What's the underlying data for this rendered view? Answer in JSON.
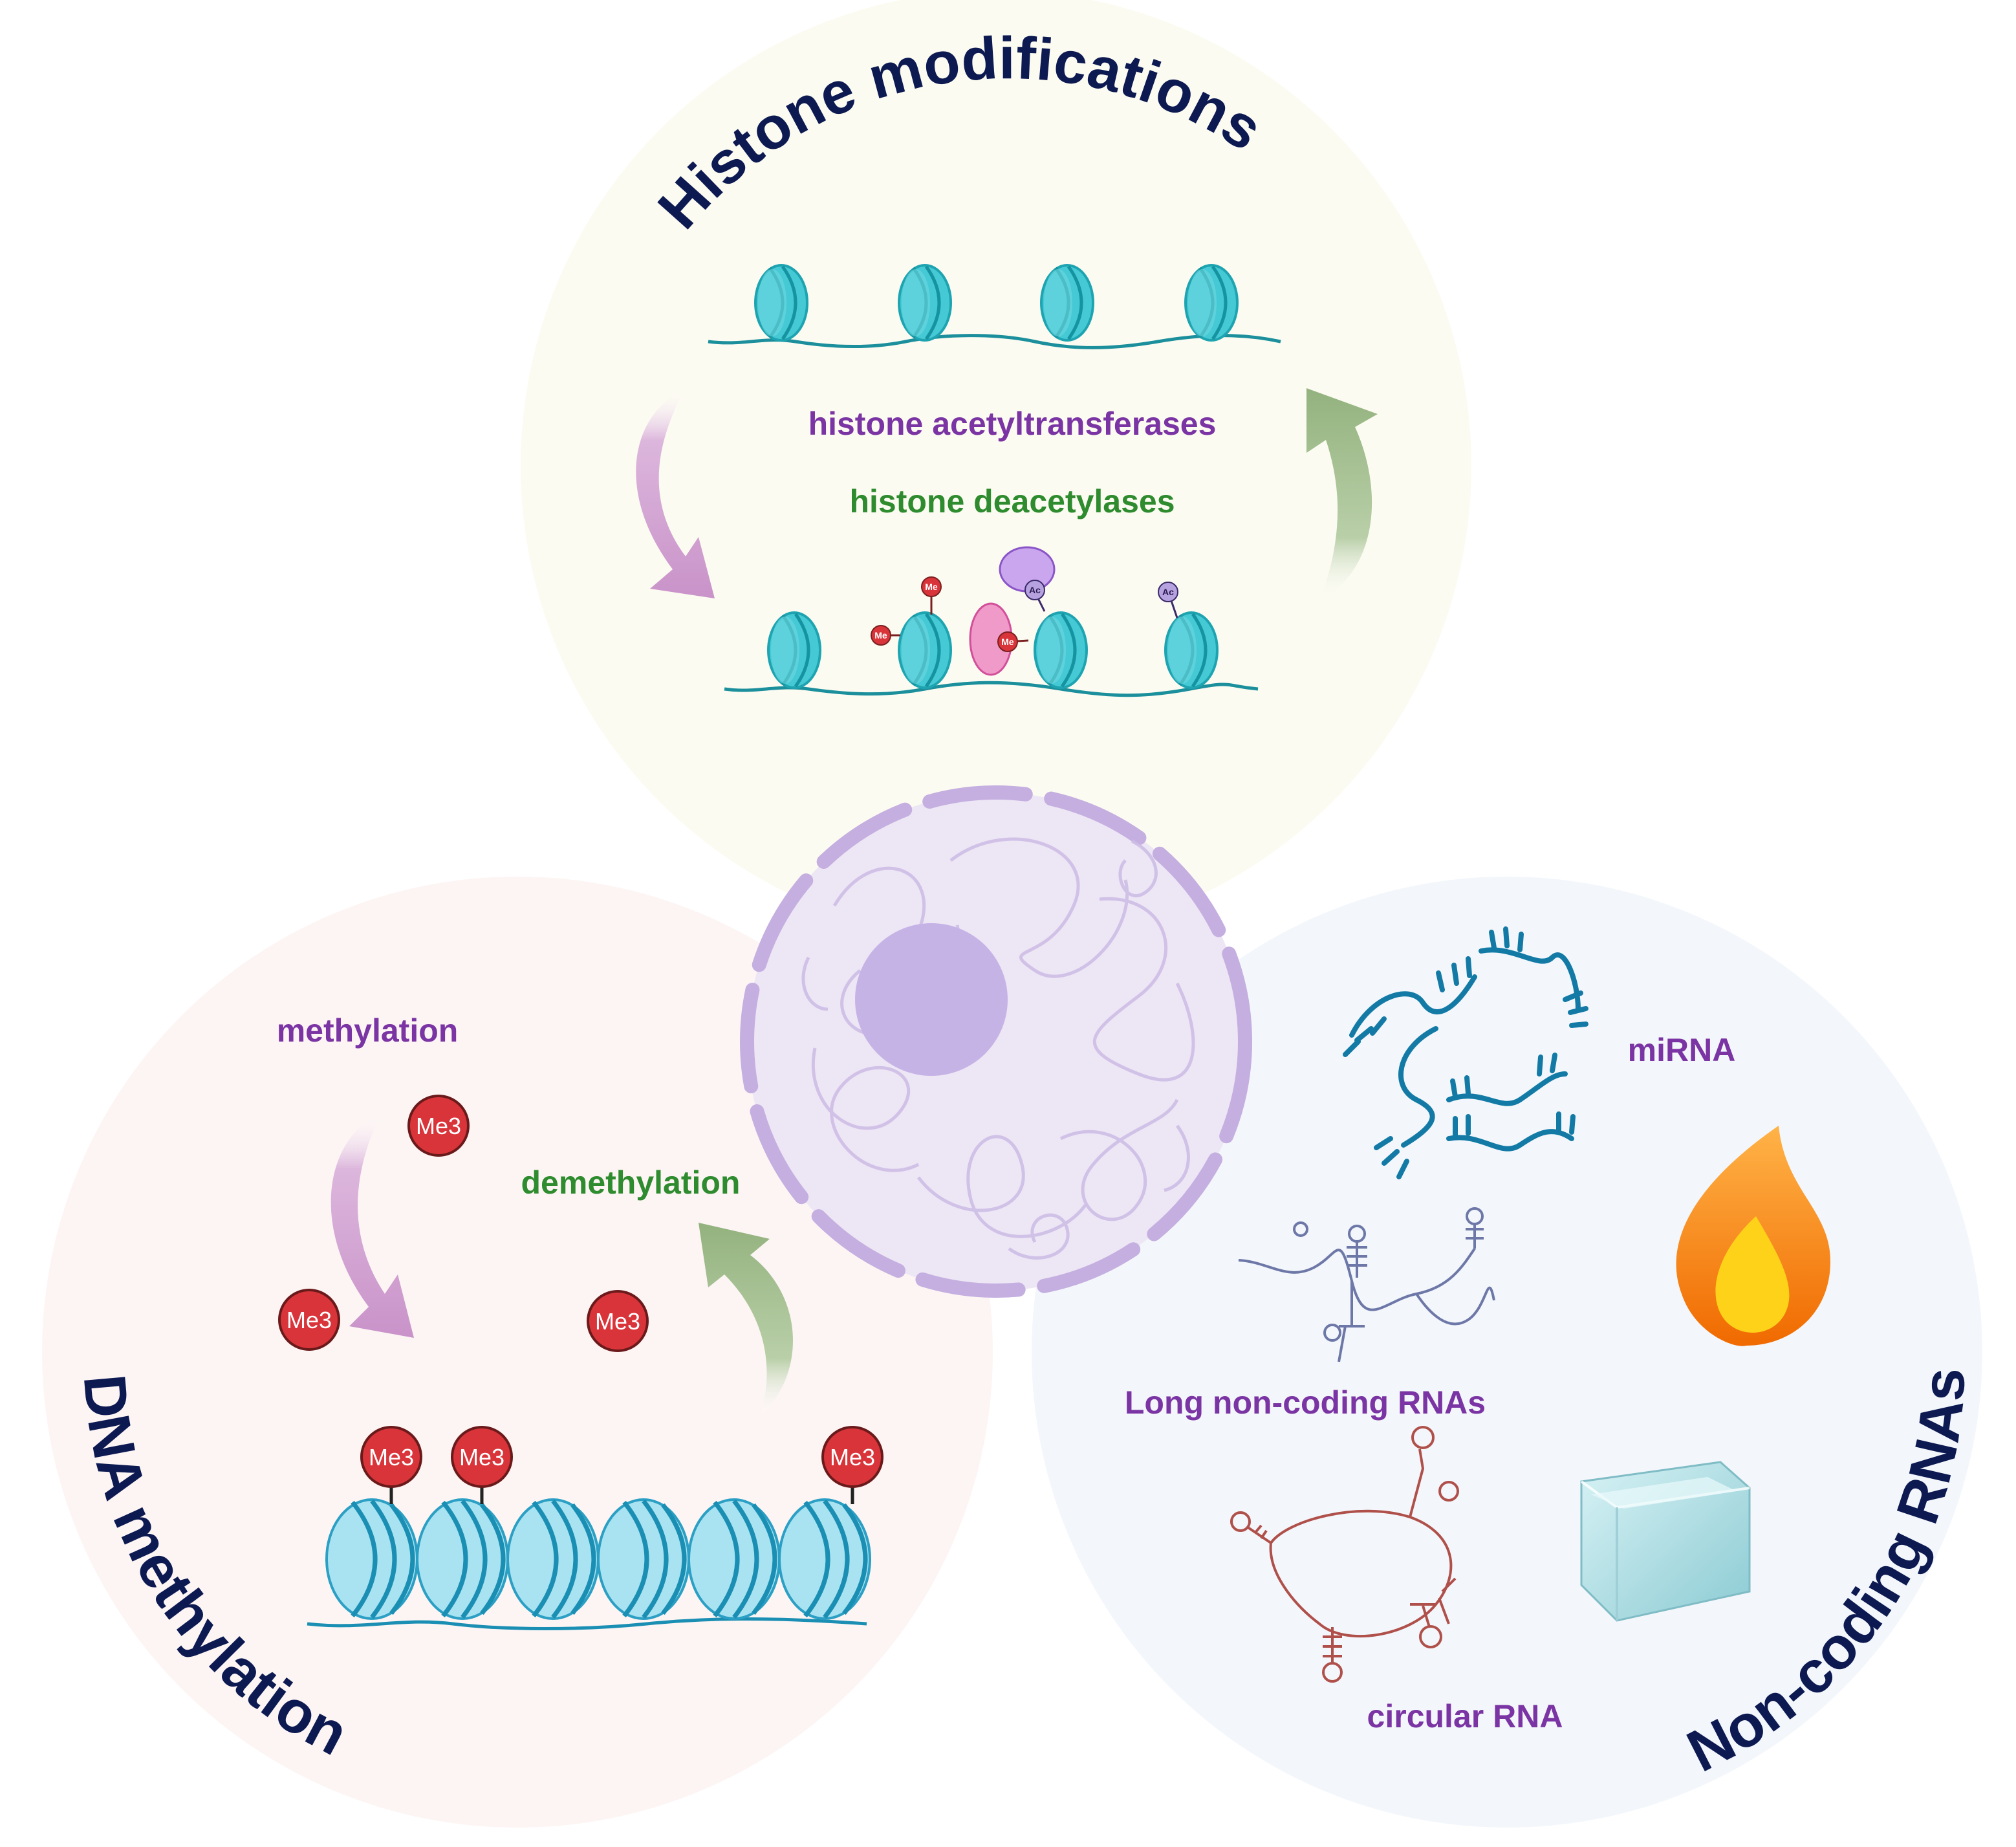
{
  "sections": {
    "histone": {
      "title": "Histone modifications",
      "enzyme_1": "histone acetyltransferases",
      "enzyme_2": "histone deacetylases"
    },
    "dna": {
      "title": "DNA methylation",
      "methylation": "methylation",
      "demethylation": "demethylation",
      "badge": "Me3"
    },
    "ncrna": {
      "title": "Non-coding RNAs",
      "mirna": "miRNA",
      "lncrna": "Long non-coding RNAs",
      "circrna": "circular RNA"
    }
  },
  "histone_badges": {
    "me": "Me",
    "ac": "Ac"
  },
  "colors": {
    "title": "#0d1a52",
    "purple_label": "#7b34a3",
    "green_label": "#2e8b2e",
    "nucleosome": "#3cc3cf",
    "dna_strand": "#1b8f9c",
    "nucleus": "#cdbde6",
    "me3_badge": "#d9343a",
    "mirna": "#137aa6"
  }
}
